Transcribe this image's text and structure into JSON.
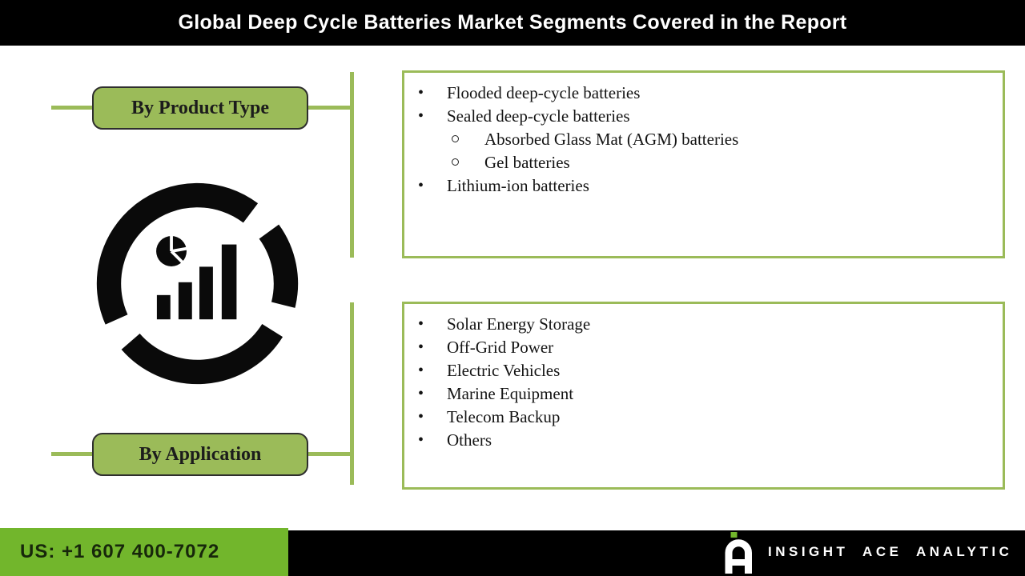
{
  "header": {
    "title": "Global Deep Cycle Batteries Market Segments Covered in the Report"
  },
  "product": {
    "label": "By Product Type",
    "items": [
      {
        "level": 1,
        "text": "Flooded deep-cycle batteries"
      },
      {
        "level": 1,
        "text": "Sealed deep-cycle batteries"
      },
      {
        "level": 2,
        "text": "Absorbed Glass Mat (AGM) batteries"
      },
      {
        "level": 2,
        "text": "Gel batteries"
      },
      {
        "level": 1,
        "text": "Lithium-ion batteries"
      }
    ]
  },
  "application": {
    "label": "By Application",
    "items": [
      {
        "level": 1,
        "text": "Solar Energy Storage"
      },
      {
        "level": 1,
        "text": "Off-Grid Power"
      },
      {
        "level": 1,
        "text": "Electric Vehicles"
      },
      {
        "level": 1,
        "text": "Marine Equipment"
      },
      {
        "level": 1,
        "text": "Telecom Backup"
      },
      {
        "level": 1,
        "text": "Others"
      }
    ]
  },
  "footer": {
    "phone": "US: +1 607 400-7072",
    "brand": "INSIGHT ACE ANALYTIC"
  },
  "icons": {
    "center": "market-analytics-icon",
    "logo": "insightace-logo-icon"
  },
  "colors": {
    "olive_green": "#9bbb59",
    "bright_green": "#72b62c",
    "bar_black": "#000000",
    "text_dark": "#141414",
    "white": "#ffffff"
  }
}
